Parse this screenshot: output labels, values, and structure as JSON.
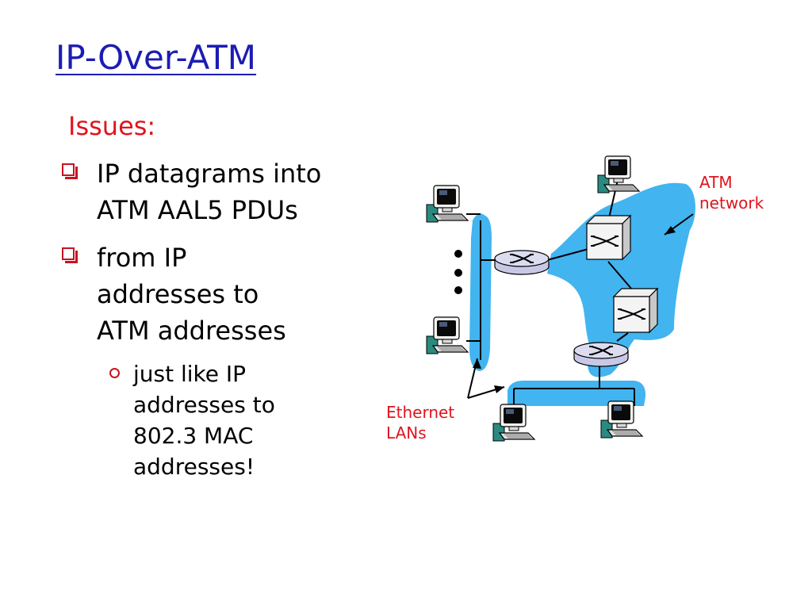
{
  "slide": {
    "title": "IP-Over-ATM",
    "issues_heading": "Issues:",
    "bullets": [
      {
        "line1": "IP datagrams into",
        "line2": "ATM AAL5 PDUs"
      },
      {
        "line1": "from IP",
        "line2": "addresses to",
        "line3": "ATM addresses"
      }
    ],
    "sub_bullet": {
      "line1": "just like IP",
      "line2": "addresses to",
      "line3": "802.3 MAC",
      "line4": "addresses!"
    }
  },
  "diagram": {
    "atm_label": {
      "line1": "ATM",
      "line2": "network"
    },
    "ethernet_label": {
      "line1": "Ethernet",
      "line2": "LANs"
    }
  },
  "colors": {
    "title": "#1c1cb4",
    "accent": "#e0141e",
    "network_fill": "#42b4f0"
  }
}
